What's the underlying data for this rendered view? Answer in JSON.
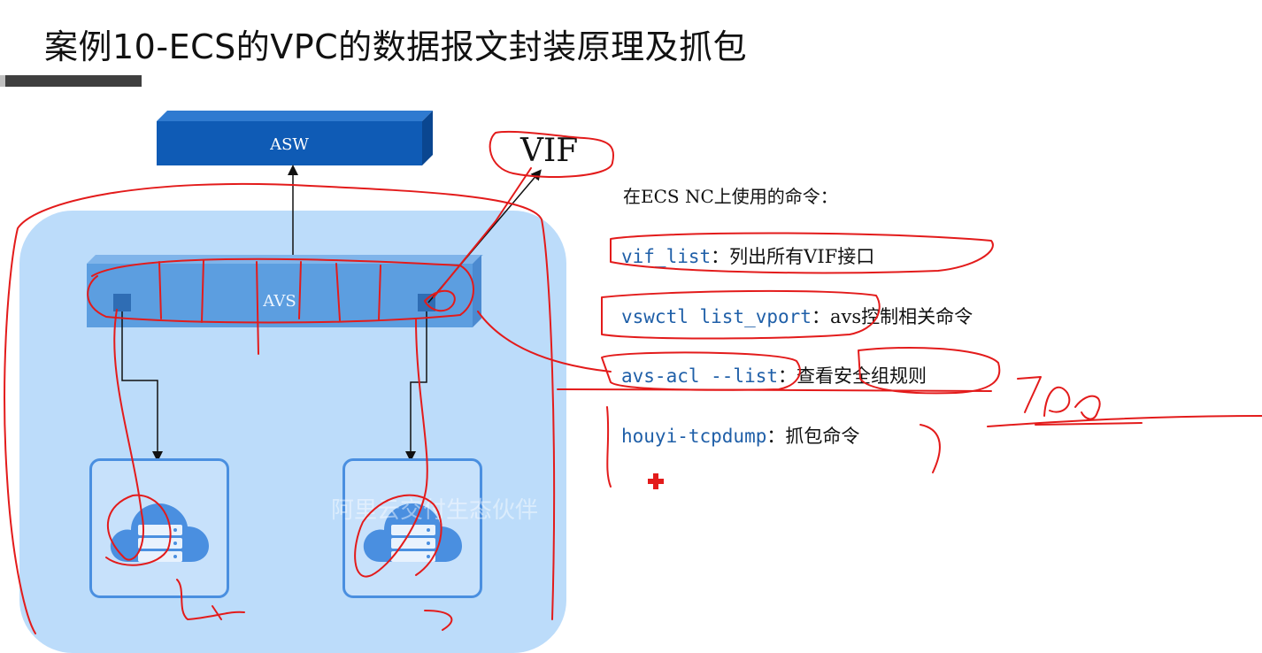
{
  "slide": {
    "title": "案例10-ECS的VPC的数据报文封装原理及抓包"
  },
  "diagram": {
    "asw_label": "ASW",
    "avs_label": "AVS",
    "vif_label": "VIF",
    "watermark": "阿里云交付生态伙伴"
  },
  "commands": {
    "heading": "在ECS NC上使用的命令：",
    "items": [
      {
        "name": "vif_list",
        "sep": "：",
        "desc": "列出所有VIF接口"
      },
      {
        "name": "vswctl list_vport",
        "sep": "：",
        "desc": "avs控制相关命令"
      },
      {
        "name": "avs-acl --list",
        "sep": "：",
        "desc": "查看安全组规则"
      },
      {
        "name": "houyi-tcpdump",
        "sep": "：",
        "desc": "抓包命令"
      }
    ]
  },
  "colors": {
    "asw": "#0f5bb5",
    "avs": "#5c9ee0",
    "vpc_region": "#bcdcfa",
    "command_text": "#1f5fa8",
    "annotation": "#e31b1b"
  }
}
